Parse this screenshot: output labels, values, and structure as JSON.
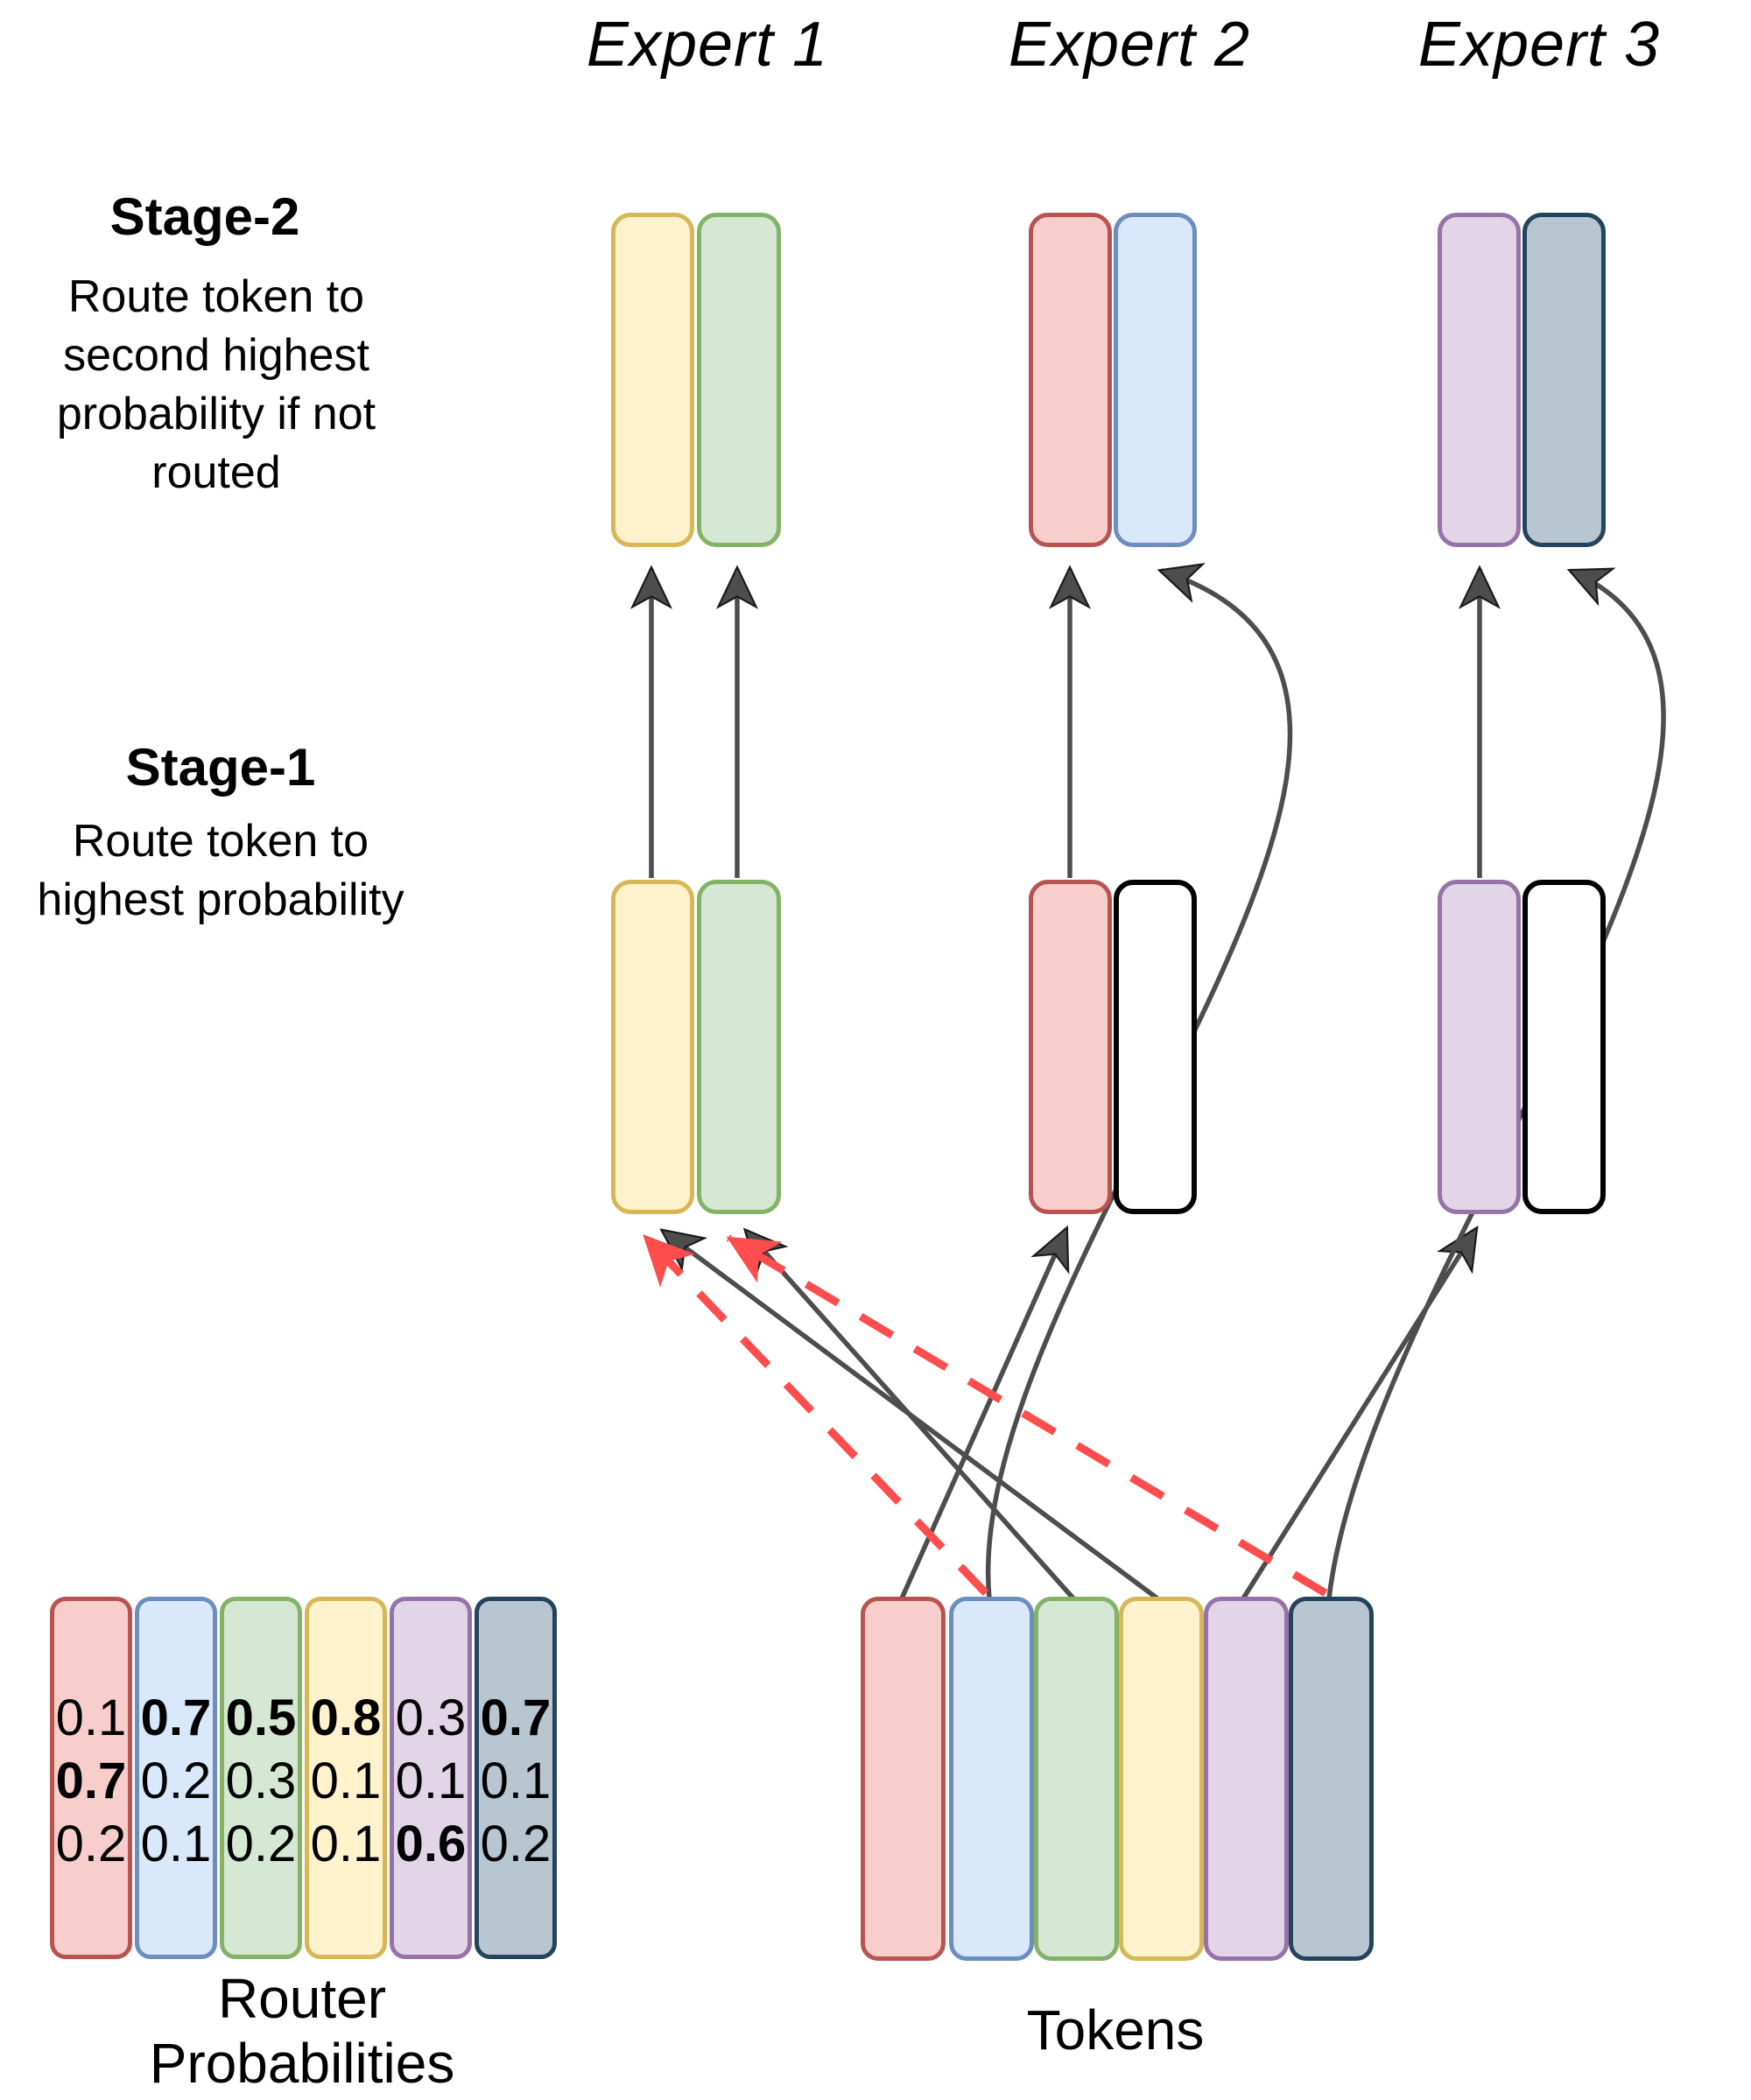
{
  "experts": [
    {
      "label": "Expert 1"
    },
    {
      "label": "Expert 2"
    },
    {
      "label": "Expert 3"
    }
  ],
  "stage2": {
    "title": "Stage-2",
    "desc_lines": [
      "Route token to",
      "second highest",
      "probability if not",
      "routed"
    ]
  },
  "stage1": {
    "title": "Stage-1",
    "desc_lines": [
      "Route token to",
      "highest probability"
    ]
  },
  "router": {
    "title_line1": "Router",
    "title_line2": "Probabilities",
    "columns": [
      {
        "token": "red",
        "color": "red",
        "values": [
          {
            "v": "0.1",
            "bold": false
          },
          {
            "v": "0.7",
            "bold": true
          },
          {
            "v": "0.2",
            "bold": false
          }
        ]
      },
      {
        "token": "blue",
        "color": "blue",
        "values": [
          {
            "v": "0.7",
            "bold": true
          },
          {
            "v": "0.2",
            "bold": false
          },
          {
            "v": "0.1",
            "bold": false
          }
        ]
      },
      {
        "token": "green",
        "color": "green",
        "values": [
          {
            "v": "0.5",
            "bold": true
          },
          {
            "v": "0.3",
            "bold": false
          },
          {
            "v": "0.2",
            "bold": false
          }
        ]
      },
      {
        "token": "yellow",
        "color": "yellow",
        "values": [
          {
            "v": "0.8",
            "bold": true
          },
          {
            "v": "0.1",
            "bold": false
          },
          {
            "v": "0.1",
            "bold": false
          }
        ]
      },
      {
        "token": "purple",
        "color": "purple",
        "values": [
          {
            "v": "0.3",
            "bold": false
          },
          {
            "v": "0.1",
            "bold": false
          },
          {
            "v": "0.6",
            "bold": true
          }
        ]
      },
      {
        "token": "dark",
        "color": "dark",
        "values": [
          {
            "v": "0.7",
            "bold": true
          },
          {
            "v": "0.1",
            "bold": false
          },
          {
            "v": "0.2",
            "bold": false
          }
        ]
      }
    ]
  },
  "tokens": {
    "label": "Tokens",
    "items": [
      {
        "name": "red token",
        "color": "red"
      },
      {
        "name": "blue token",
        "color": "blue"
      },
      {
        "name": "green token",
        "color": "green"
      },
      {
        "name": "yellow token",
        "color": "yellow"
      },
      {
        "name": "purple token",
        "color": "purple"
      },
      {
        "name": "dark token",
        "color": "dark"
      }
    ]
  },
  "assignments": {
    "stage1": [
      [
        "yellow",
        "green"
      ],
      [
        "red",
        "empty"
      ],
      [
        "purple",
        "empty"
      ]
    ],
    "stage2": [
      [
        "yellow",
        "green"
      ],
      [
        "red",
        "blue"
      ],
      [
        "purple",
        "dark"
      ]
    ]
  },
  "connections": {
    "stage1_routed_solid": [
      {
        "from": "yellow token",
        "to": "Expert 1 stage-1 slot 1"
      },
      {
        "from": "green token",
        "to": "Expert 1 stage-1 slot 2"
      },
      {
        "from": "red token",
        "to": "Expert 2 stage-1 slot 1"
      },
      {
        "from": "purple token",
        "to": "Expert 3 stage-1 slot 1"
      }
    ],
    "stage1_failed_dashed": [
      {
        "from": "blue token",
        "to": "Expert 1 (capacity full)"
      },
      {
        "from": "dark token",
        "to": "Expert 1 (capacity full)"
      }
    ],
    "stage2_solid": [
      {
        "from": "Expert 1 stage-1 slot 1",
        "to": "Expert 1 stage-2 slot 1"
      },
      {
        "from": "Expert 1 stage-1 slot 2",
        "to": "Expert 1 stage-2 slot 2"
      },
      {
        "from": "Expert 2 stage-1 slot 1",
        "to": "Expert 2 stage-2 slot 1"
      },
      {
        "from": "Expert 3 stage-1 slot 1",
        "to": "Expert 3 stage-2 slot 1"
      },
      {
        "from": "blue token",
        "to": "Expert 2 stage-2 slot 2"
      },
      {
        "from": "dark token",
        "to": "Expert 3 stage-2 slot 2"
      }
    ]
  },
  "colors": {
    "red_fill": "#F8CECC",
    "red_stroke": "#B85450",
    "blue_fill": "#DAE8FC",
    "blue_stroke": "#6C8EBF",
    "green_fill": "#D5E8D4",
    "green_stroke": "#82B366",
    "yellow_fill": "#FFF2CC",
    "yellow_stroke": "#D6B656",
    "purple_fill": "#E1D5E7",
    "purple_stroke": "#9673A6",
    "dark_fill": "#B8C6D1",
    "dark_stroke": "#23445D",
    "arrow": "#4D4D4D",
    "failed_arrow": "#FF4D4D"
  }
}
